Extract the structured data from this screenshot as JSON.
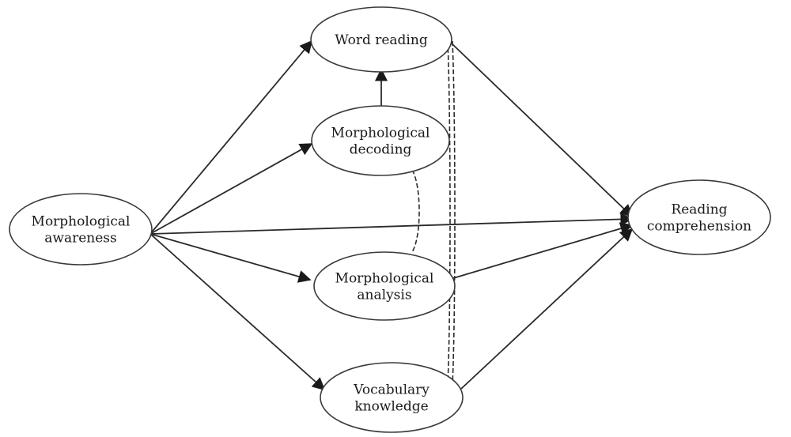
{
  "diagram": {
    "nodes": [
      {
        "id": "morph_awareness",
        "lines": [
          "Morphological",
          "awareness"
        ]
      },
      {
        "id": "word_reading",
        "lines": [
          "Word reading"
        ]
      },
      {
        "id": "morph_decoding",
        "lines": [
          "Morphological",
          "decoding"
        ]
      },
      {
        "id": "morph_analysis",
        "lines": [
          "Morphological",
          "analysis"
        ]
      },
      {
        "id": "vocab_knowledge",
        "lines": [
          "Vocabulary",
          "knowledge"
        ]
      },
      {
        "id": "reading_comp",
        "lines": [
          "Reading",
          "comprehension"
        ]
      }
    ],
    "edges": [
      {
        "from": "morph_awareness",
        "to": "word_reading",
        "style": "solid-arrow"
      },
      {
        "from": "morph_awareness",
        "to": "morph_decoding",
        "style": "solid-arrow"
      },
      {
        "from": "morph_awareness",
        "to": "reading_comp",
        "style": "solid-arrow"
      },
      {
        "from": "morph_awareness",
        "to": "morph_analysis",
        "style": "solid-arrow"
      },
      {
        "from": "morph_awareness",
        "to": "vocab_knowledge",
        "style": "solid-arrow"
      },
      {
        "from": "morph_decoding",
        "to": "word_reading",
        "style": "solid-arrow"
      },
      {
        "from": "word_reading",
        "to": "reading_comp",
        "style": "solid-arrow"
      },
      {
        "from": "morph_analysis",
        "to": "reading_comp",
        "style": "solid-arrow"
      },
      {
        "from": "vocab_knowledge",
        "to": "reading_comp",
        "style": "solid-arrow"
      },
      {
        "from": "morph_decoding",
        "to": "morph_analysis",
        "style": "dashed-correlation"
      },
      {
        "from": "word_reading",
        "to": "vocab_knowledge",
        "style": "dashed-correlation"
      }
    ]
  }
}
